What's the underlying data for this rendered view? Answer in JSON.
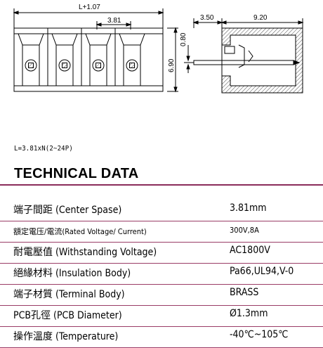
{
  "drawing": {
    "front_view": {
      "overall_dim": "L+1.07",
      "pitch_dim": "3.81",
      "height_dim": "6.90"
    },
    "side_view": {
      "left_dim": "3.50",
      "right_dim": "9.20",
      "pin_dim": "0.80"
    }
  },
  "formula": "L=3.81xN(2~24P)",
  "heading": "TECHNICAL DATA",
  "specs": [
    {
      "label": "端子間距 (Center Spase)",
      "value": "3.81mm"
    },
    {
      "label": "額定電压/電流(Rated Voltage/ Current)",
      "value": "300V,8A"
    },
    {
      "label": "耐電壓值 (Withstanding Voltage)",
      "value": "AC1800V"
    },
    {
      "label": "絕緣材料 (Insulation Body)",
      "value": "Pa66,UL94,V-0"
    },
    {
      "label": "端子材質 (Terminal Body)",
      "value": "BRASS"
    },
    {
      "label": "PCB孔徑 (PCB Diameter)",
      "value": "Ø1.3mm"
    },
    {
      "label": "操作溫度 (Temperature)",
      "value": "-40℃~105℃"
    }
  ]
}
